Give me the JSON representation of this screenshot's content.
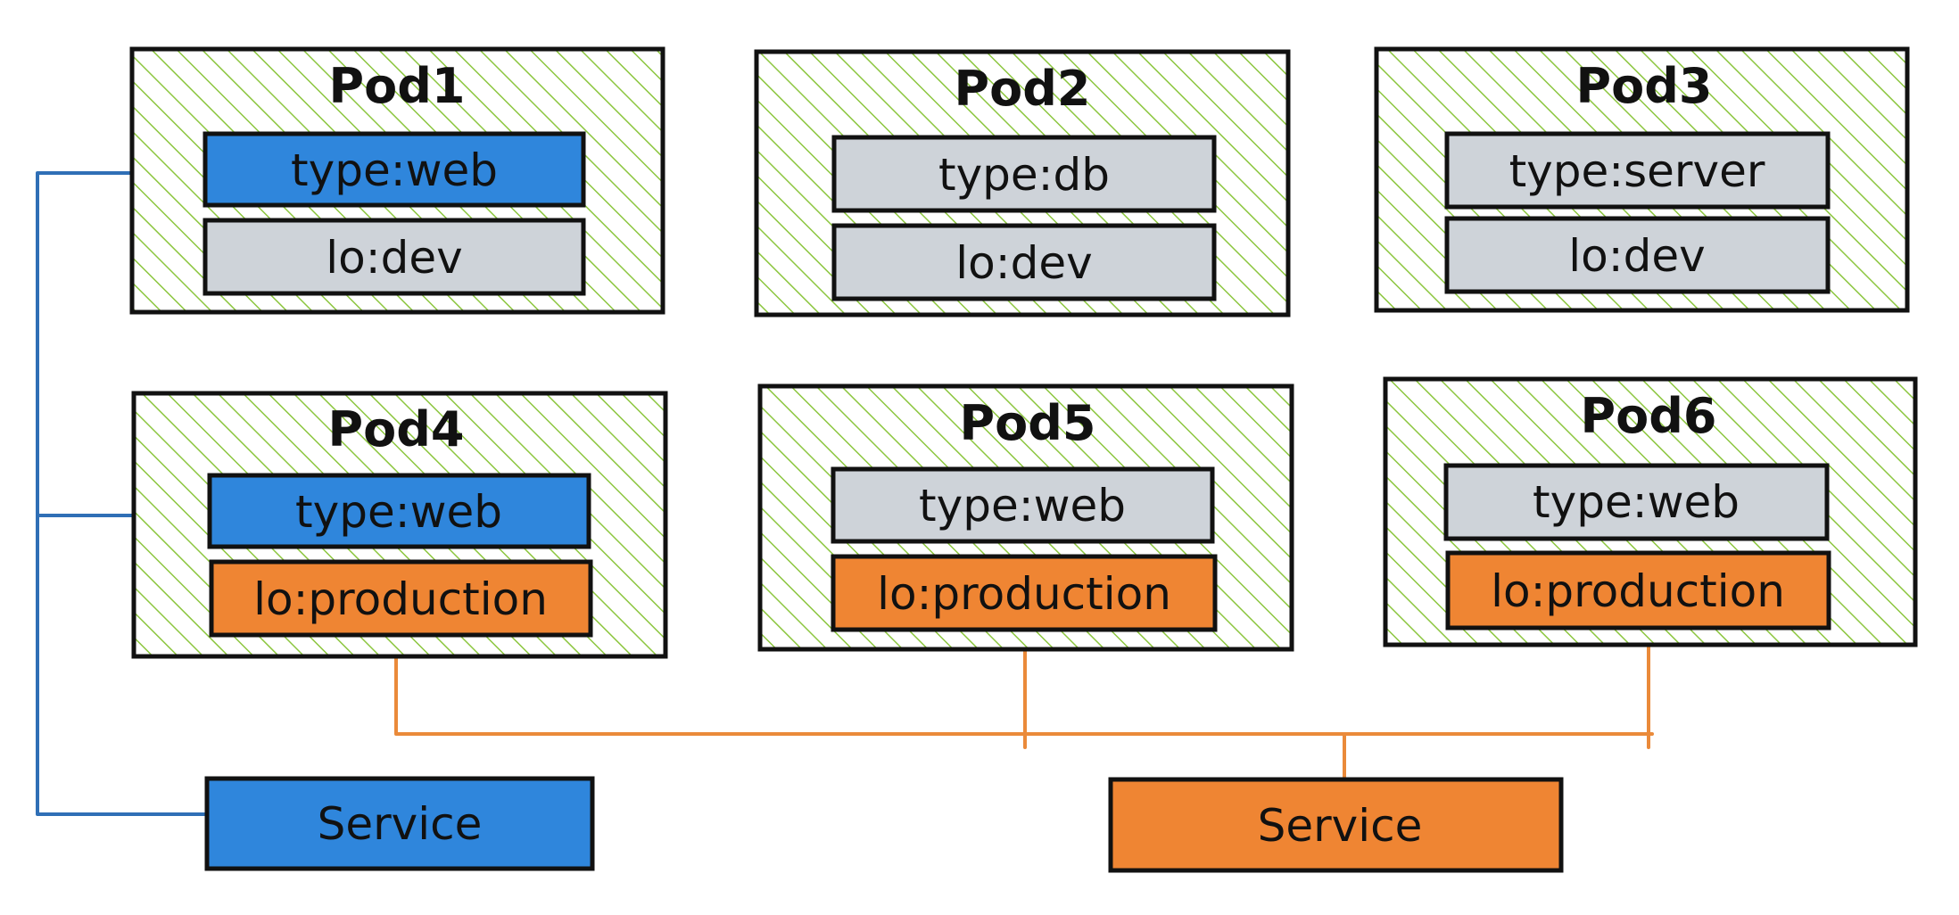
{
  "colors": {
    "hatch": "#8cc63f",
    "web": "#2f86dc",
    "gray": "#ced3d9",
    "production": "#ef8533",
    "blue_wire": "#2f6fb6",
    "orange_wire": "#ea8a3a"
  },
  "pods": [
    {
      "title": "Pod1",
      "labels": [
        {
          "text": "type:web",
          "color": "web"
        },
        {
          "text": "lo:dev",
          "color": "gray"
        }
      ]
    },
    {
      "title": "Pod2",
      "labels": [
        {
          "text": "type:db",
          "color": "gray"
        },
        {
          "text": "lo:dev",
          "color": "gray"
        }
      ]
    },
    {
      "title": "Pod3",
      "labels": [
        {
          "text": "type:server",
          "color": "gray"
        },
        {
          "text": "lo:dev",
          "color": "gray"
        }
      ]
    },
    {
      "title": "Pod4",
      "labels": [
        {
          "text": "type:web",
          "color": "web"
        },
        {
          "text": "lo:production",
          "color": "production"
        }
      ]
    },
    {
      "title": "Pod5",
      "labels": [
        {
          "text": "type:web",
          "color": "gray"
        },
        {
          "text": "lo:production",
          "color": "production"
        }
      ]
    },
    {
      "title": "Pod6",
      "labels": [
        {
          "text": "type:web",
          "color": "gray"
        },
        {
          "text": "lo:production",
          "color": "production"
        }
      ]
    }
  ],
  "services": [
    {
      "text": "Service",
      "color": "web"
    },
    {
      "text": "Service",
      "color": "production"
    }
  ]
}
